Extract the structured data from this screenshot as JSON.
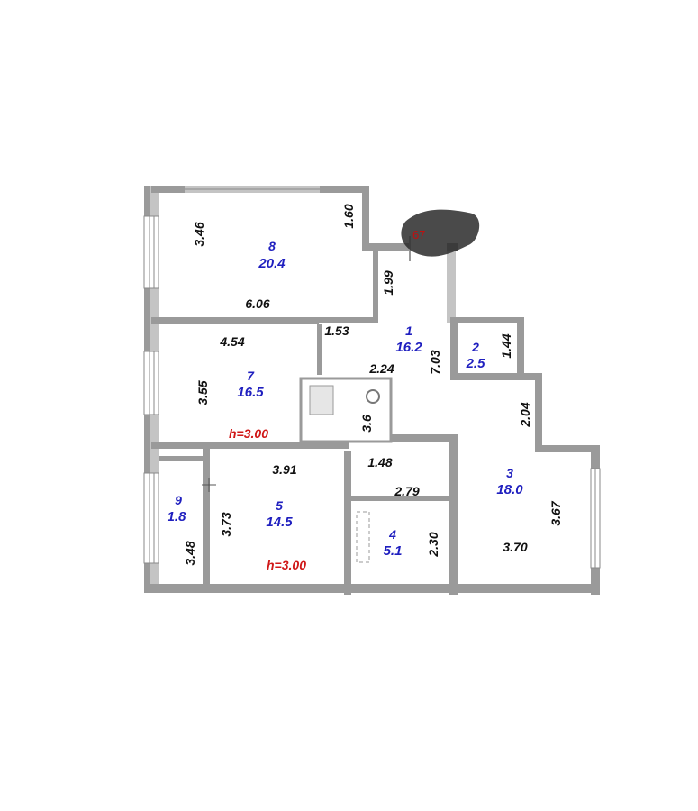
{
  "colors": {
    "room_label": "#1f1fbf",
    "ceiling_label": "#d01818",
    "wall": "#9a9a9a",
    "dimension": "#111111"
  },
  "rooms": [
    {
      "id": "1",
      "area": "16.2"
    },
    {
      "id": "2",
      "area": "2.5"
    },
    {
      "id": "3",
      "area": "18.0"
    },
    {
      "id": "4",
      "area": "5.1"
    },
    {
      "id": "5",
      "area": "14.5"
    },
    {
      "id": "7",
      "area": "16.5"
    },
    {
      "id": "8",
      "area": "20.4"
    },
    {
      "id": "9",
      "area": "1.8"
    }
  ],
  "ceiling_heights": [
    "h=3.00",
    "h=3.00"
  ],
  "dimensions": {
    "room8_height": "3.46",
    "room8_width": "6.06",
    "corridor_top": "1.60",
    "corridor_1_99": "1.99",
    "room7_width": "4.54",
    "room7_height": "3.55",
    "hall_1_53": "1.53",
    "hall_2_24": "2.24",
    "hall_7_03": "7.03",
    "room2_h": "1.44",
    "room3_2_04": "2.04",
    "room3_3_67": "3.67",
    "room3_3_70": "3.70",
    "room5_3_91": "3.91",
    "room5_3_73": "3.73",
    "room9_3_48": "3.48",
    "bath_1_48": "1.48",
    "bath_2_79": "2.79",
    "room4_2_30": "2.30",
    "wc_label": "3.6"
  },
  "stamp_text": "67"
}
